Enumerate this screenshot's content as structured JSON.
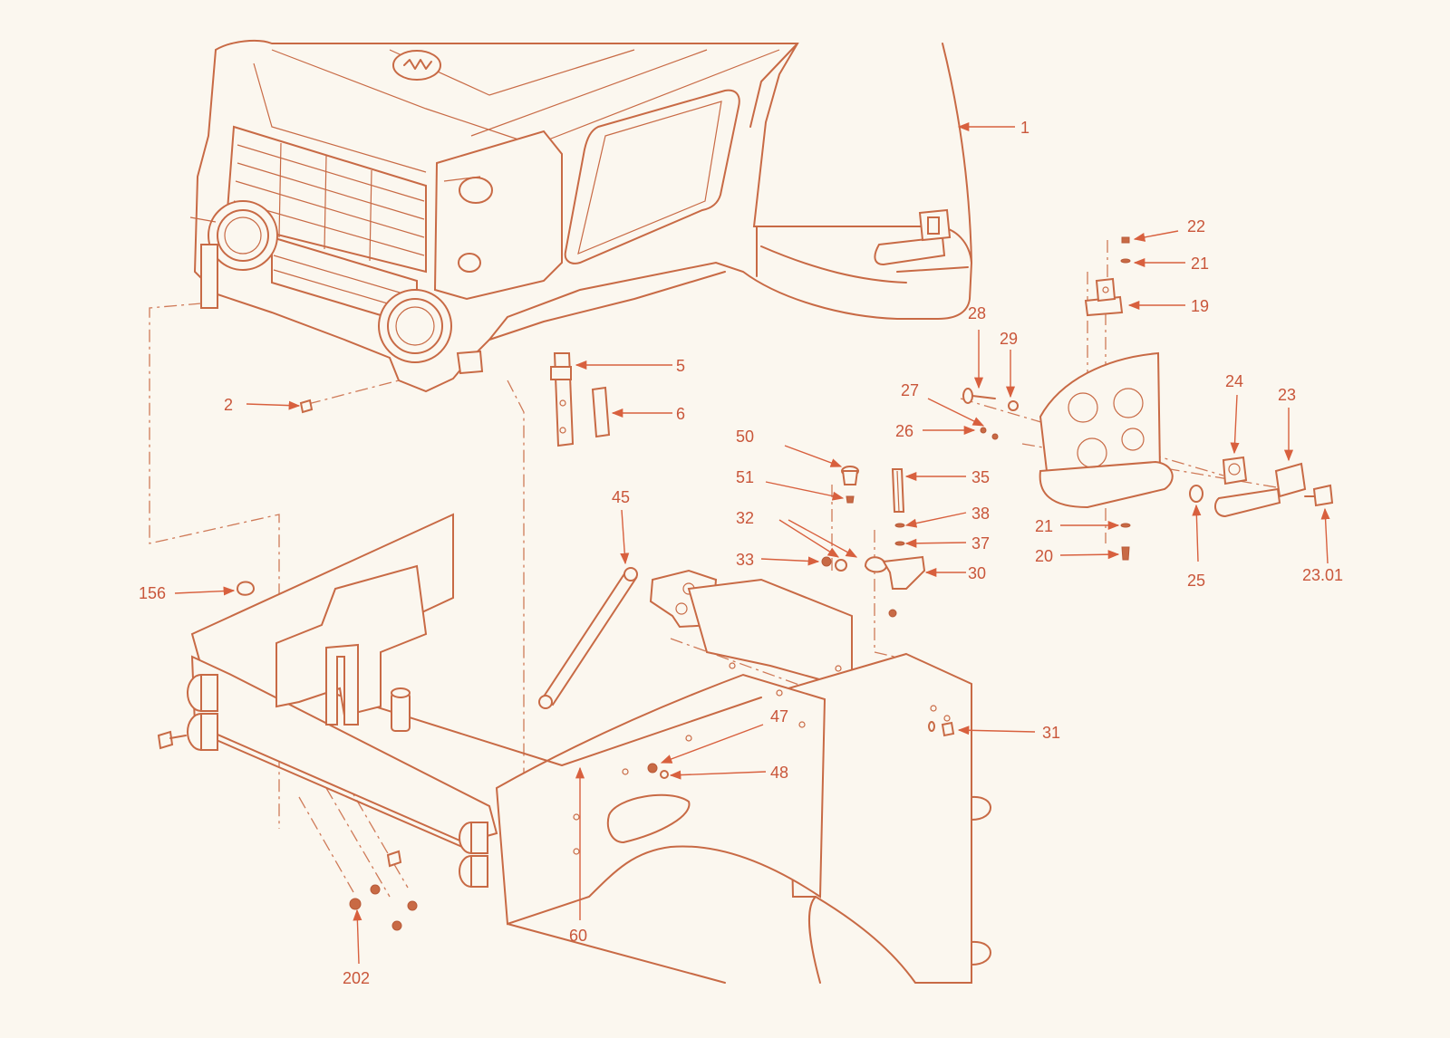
{
  "brand_logo": "brand-emblem",
  "colors": {
    "line": "#c86a45",
    "callout": "#c9563a",
    "background": "#fbf7ef"
  },
  "callouts": [
    {
      "id": "c1",
      "label": "1"
    },
    {
      "id": "c2",
      "label": "2"
    },
    {
      "id": "c5",
      "label": "5"
    },
    {
      "id": "c6",
      "label": "6"
    },
    {
      "id": "c19",
      "label": "19"
    },
    {
      "id": "c20",
      "label": "20"
    },
    {
      "id": "c21a",
      "label": "21"
    },
    {
      "id": "c21b",
      "label": "21"
    },
    {
      "id": "c22",
      "label": "22"
    },
    {
      "id": "c23",
      "label": "23"
    },
    {
      "id": "c2301",
      "label": "23.01"
    },
    {
      "id": "c24",
      "label": "24"
    },
    {
      "id": "c25",
      "label": "25"
    },
    {
      "id": "c26",
      "label": "26"
    },
    {
      "id": "c27",
      "label": "27"
    },
    {
      "id": "c28",
      "label": "28"
    },
    {
      "id": "c29",
      "label": "29"
    },
    {
      "id": "c30",
      "label": "30"
    },
    {
      "id": "c31",
      "label": "31"
    },
    {
      "id": "c32",
      "label": "32"
    },
    {
      "id": "c33",
      "label": "33"
    },
    {
      "id": "c35",
      "label": "35"
    },
    {
      "id": "c37",
      "label": "37"
    },
    {
      "id": "c38",
      "label": "38"
    },
    {
      "id": "c45",
      "label": "45"
    },
    {
      "id": "c47",
      "label": "47"
    },
    {
      "id": "c48",
      "label": "48"
    },
    {
      "id": "c50",
      "label": "50"
    },
    {
      "id": "c51",
      "label": "51"
    },
    {
      "id": "c60",
      "label": "60"
    },
    {
      "id": "c156",
      "label": "156"
    },
    {
      "id": "c202",
      "label": "202"
    }
  ]
}
